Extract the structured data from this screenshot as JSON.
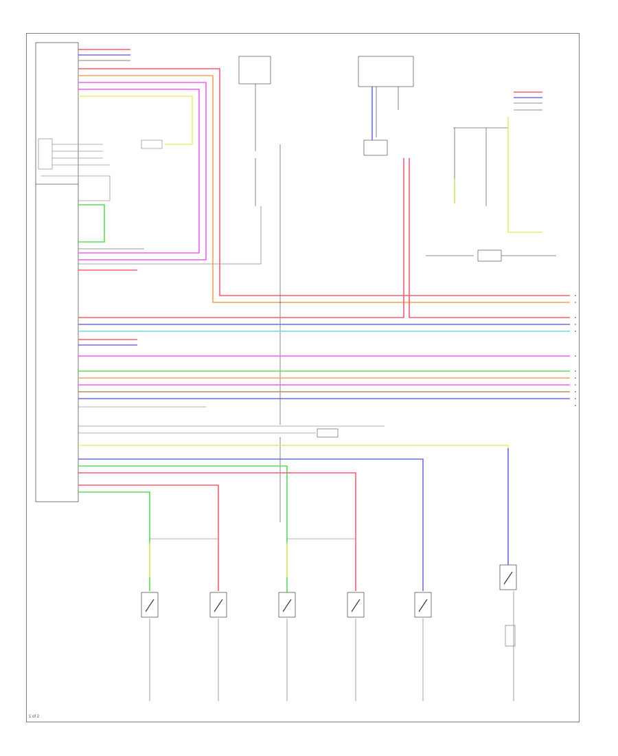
{
  "diagram": {
    "footer_code": "1 of 2"
  },
  "colors": {
    "red": "#ff5a6e",
    "pink": "#ff9fb0",
    "magenta": "#ff55ff",
    "green": "#55e055",
    "lime": "#b8f060",
    "yellow": "#e8ee6a",
    "blue": "#6a6aff",
    "cyan": "#66dddd",
    "orange": "#ff9d55",
    "gray": "#9a9a9a",
    "black": "#222222",
    "brown": "#b88a6a"
  },
  "wire_runs": [
    {
      "color": "red"
    },
    {
      "color": "orange"
    },
    {
      "color": "red"
    },
    {
      "color": "blue"
    },
    {
      "color": "cyan"
    },
    {
      "color": "pink"
    },
    {
      "color": "green"
    },
    {
      "color": "orange"
    },
    {
      "color": "magenta"
    },
    {
      "color": "brown"
    },
    {
      "color": "magenta"
    },
    {
      "color": "blue"
    }
  ],
  "switches": [
    {
      "id": "sw1"
    },
    {
      "id": "sw2"
    },
    {
      "id": "sw3"
    },
    {
      "id": "sw4"
    },
    {
      "id": "sw5"
    },
    {
      "id": "sw6"
    }
  ]
}
